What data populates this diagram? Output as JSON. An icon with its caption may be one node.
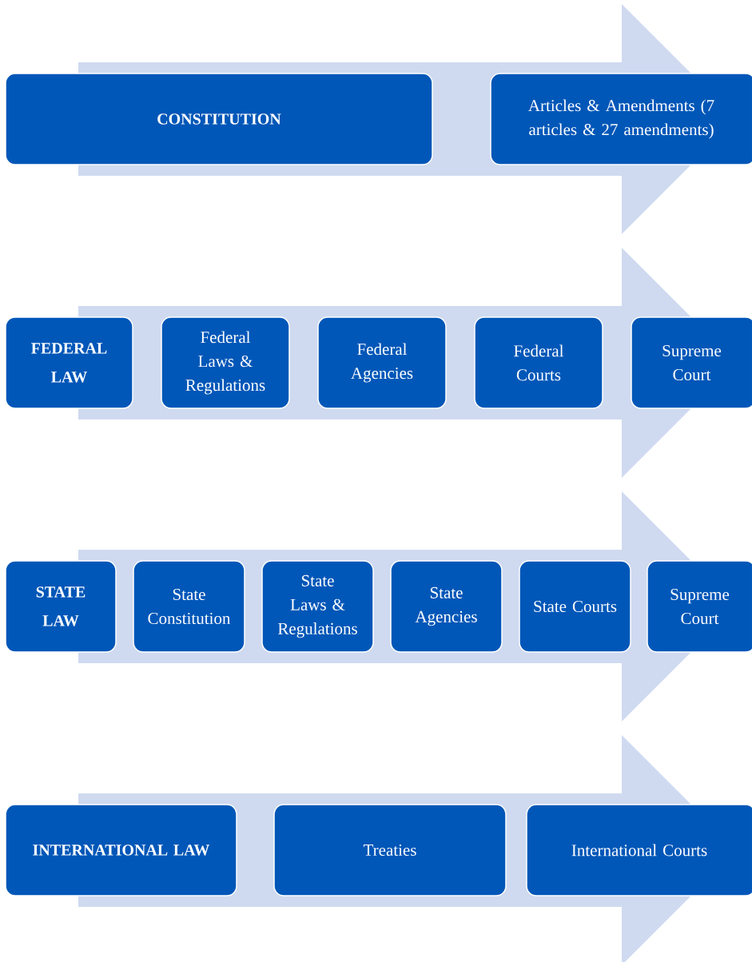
{
  "diagram": {
    "nodes": [
      {
        "text": [
          "CONSTITUTION"
        ]
      },
      {
        "text": [
          "Articles & Amendments (7 articles & 27 amendments)"
        ]
      },
      {
        "text": [
          "FEDERAL LAW"
        ]
      },
      {
        "text": [
          "Federal Laws & Regulations"
        ]
      },
      {
        "text": [
          "Federal Agencies"
        ]
      },
      {
        "text": [
          "Federal Courts"
        ]
      },
      {
        "text": [
          "Supreme Court"
        ]
      },
      {
        "text": [
          "STATE LAW"
        ]
      },
      {
        "text": [
          "State Constitution"
        ]
      },
      {
        "text": [
          "State Laws & Regulations"
        ]
      },
      {
        "text": [
          "State Agencies"
        ]
      },
      {
        "text": [
          "State Courts"
        ]
      },
      {
        "text": [
          "Supreme Court"
        ]
      },
      {
        "text": [
          "INTERNATIONAL LAW"
        ]
      },
      {
        "text": [
          "Treaties"
        ]
      },
      {
        "text": [
          "International Courts"
        ]
      }
    ]
  }
}
